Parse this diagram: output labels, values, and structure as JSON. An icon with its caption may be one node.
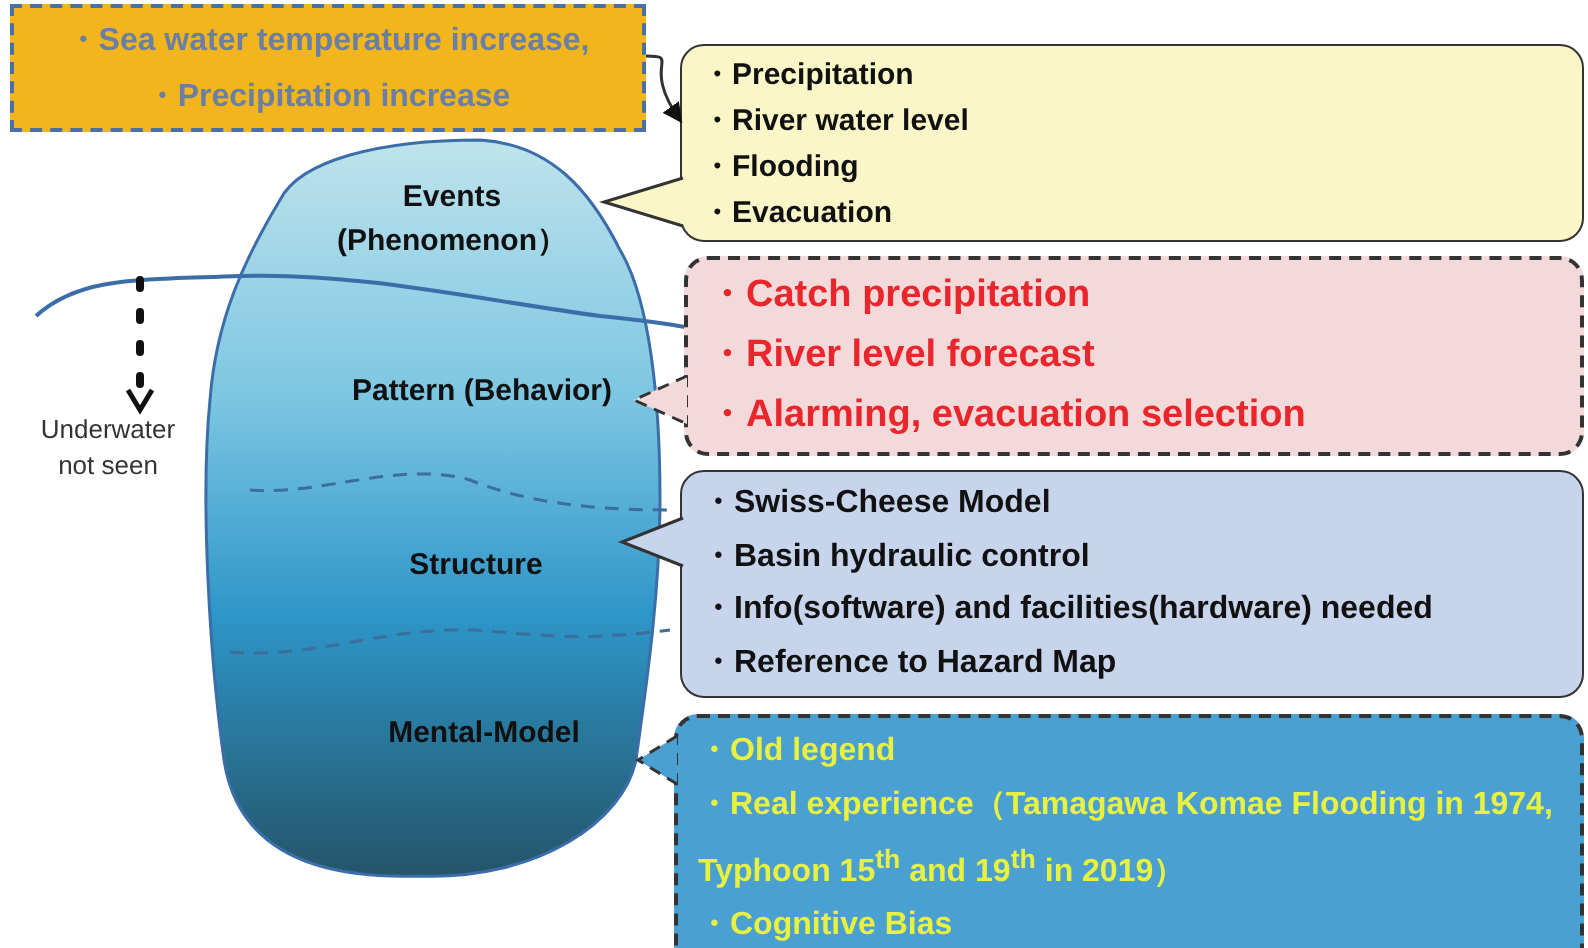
{
  "diagram": {
    "nodes": [
      {
        "text": [
          "・Sea water temperature increase,",
          "・Precipitation increase"
        ]
      },
      {
        "text": [
          "Events (Phenomenon）"
        ]
      },
      {
        "text": [
          "・Precipitation",
          "・River water level",
          "・Flooding",
          "・Evacuation"
        ]
      },
      {
        "text": [
          "Pattern (Behavior)"
        ]
      },
      {
        "text": [
          "・Catch precipitation",
          "・River level forecast",
          "・Alarming, evacuation selection"
        ]
      },
      {
        "text": [
          "Structure"
        ]
      },
      {
        "text": [
          "・Swiss-Cheese Model",
          "・Basin hydraulic control",
          "・Info(software) and facilities(hardware) needed",
          "・Reference to Hazard Map"
        ]
      },
      {
        "text": [
          "Mental-Model"
        ]
      },
      {
        "text": [
          "・Old legend",
          "・Real experience（Tamagawa Komae Flooding in 1974, Typhoon 15$^{th}$ and 19$^{th}$ in 2019）",
          "・Cognitive Bias"
        ]
      }
    ],
    "edges": [
      {
        "from": 0,
        "to": 2,
        "arrow": "to"
      },
      {
        "from": 2,
        "to": 1,
        "arrow": "to"
      },
      {
        "from": 4,
        "to": 3,
        "arrow": "to",
        "style": "dashed"
      },
      {
        "from": 6,
        "to": 5,
        "arrow": "to"
      },
      {
        "from": 8,
        "to": 7,
        "arrow": "to",
        "style": "dashed"
      }
    ],
    "labels": [
      "Underwater not seen"
    ]
  }
}
